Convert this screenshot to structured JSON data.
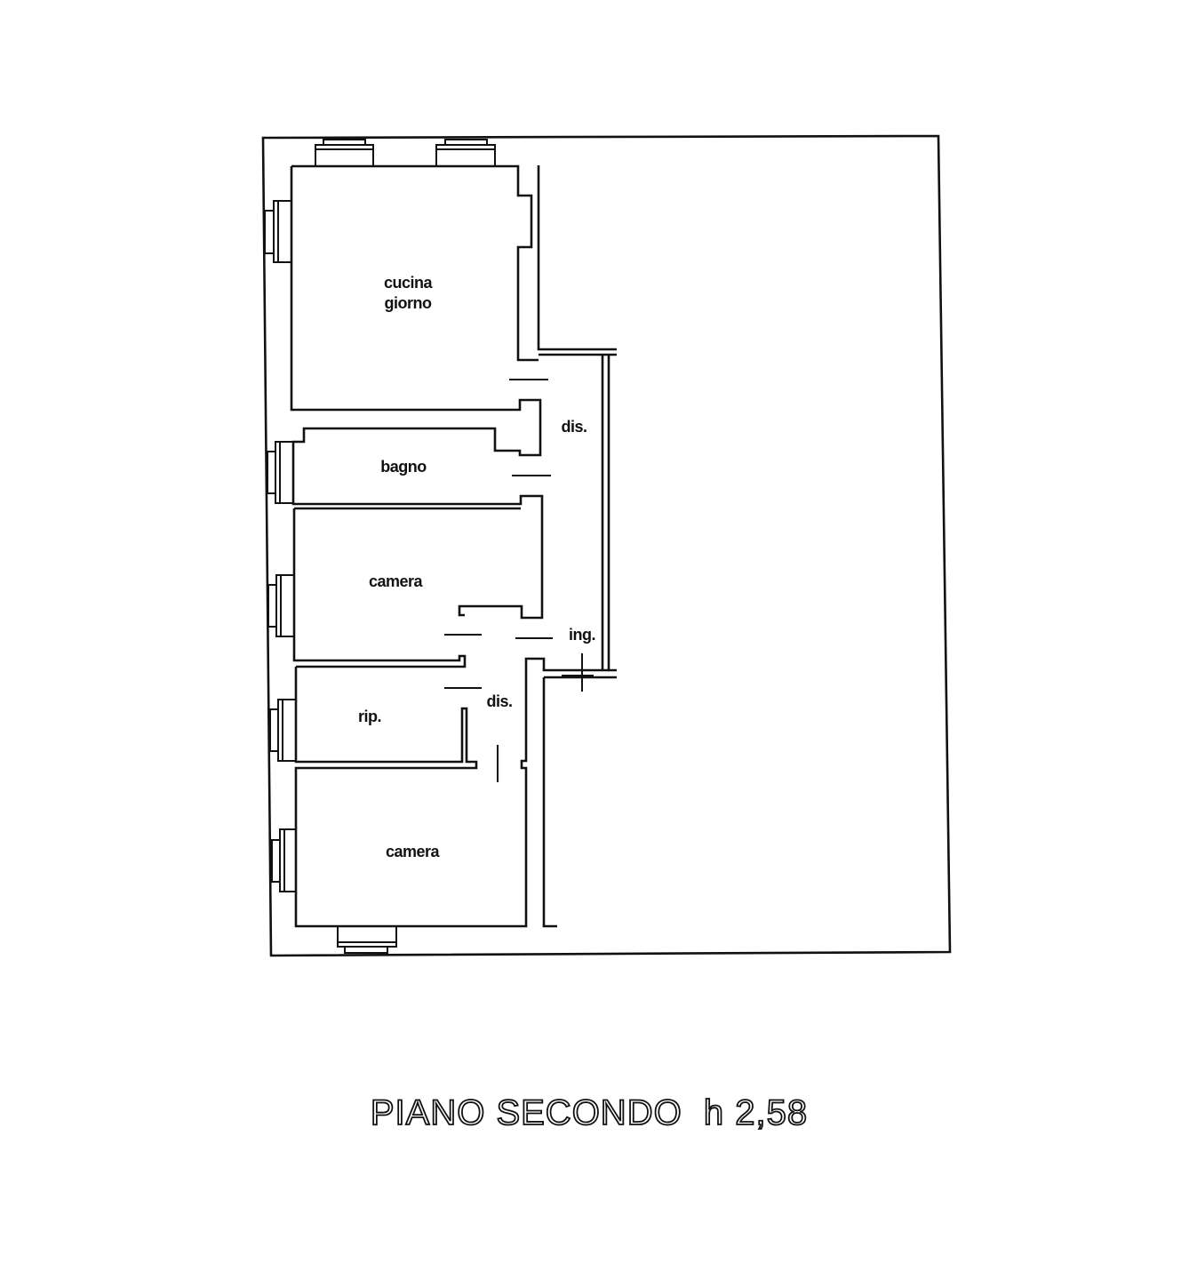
{
  "plan": {
    "title": "PIANO SECONDO  h 2,58",
    "rooms": {
      "kitchen_line1": "cucina",
      "kitchen_line2": "giorno",
      "hall_upper": "dis.",
      "bathroom": "bagno",
      "bedroom_1": "camera",
      "entrance": "ing.",
      "storage": "rip.",
      "hall_lower": "dis.",
      "bedroom_2": "camera"
    },
    "line_color": "#111111"
  }
}
